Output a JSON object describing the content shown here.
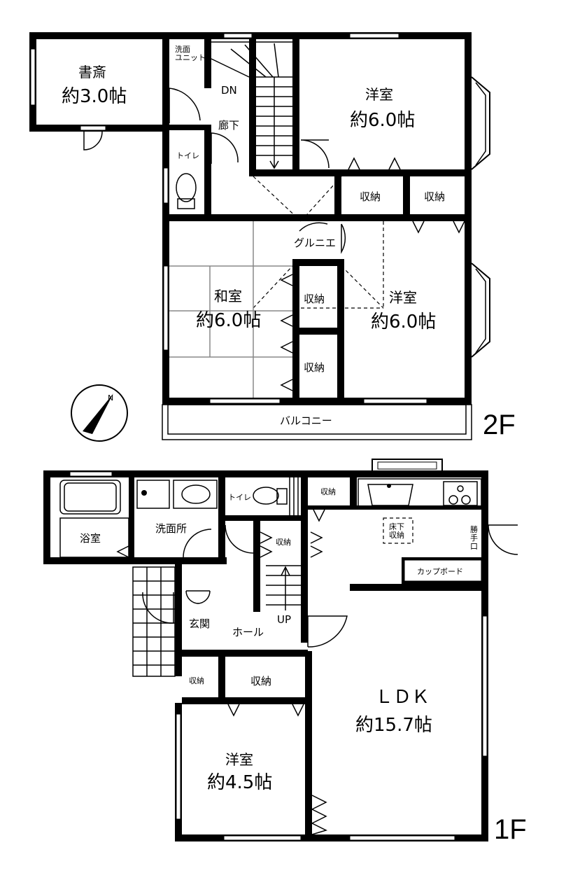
{
  "floors": {
    "upper": {
      "label": "2F",
      "rooms": {
        "study": {
          "name": "書斎",
          "size": "約3.0帖"
        },
        "washUnit": {
          "name": "洗面\nユニット"
        },
        "down": {
          "name": "DN"
        },
        "hall": {
          "name": "廊下"
        },
        "toilet": {
          "name": "トイレ"
        },
        "westNE": {
          "name": "洋室",
          "size": "約6.0帖"
        },
        "storage1": {
          "name": "収納"
        },
        "storage2": {
          "name": "収納"
        },
        "grunie": {
          "name": "グルニエ"
        },
        "japanese": {
          "name": "和室",
          "size": "約6.0帖"
        },
        "storage3": {
          "name": "収納"
        },
        "storage4": {
          "name": "収納"
        },
        "westSE": {
          "name": "洋室",
          "size": "約6.0帖"
        },
        "balcony": {
          "name": "バルコニー"
        }
      }
    },
    "lower": {
      "label": "1F",
      "rooms": {
        "bath": {
          "name": "浴室"
        },
        "washroom": {
          "name": "洗面所"
        },
        "toilet": {
          "name": "トイレ"
        },
        "storageTop": {
          "name": "収納"
        },
        "storageHall": {
          "name": "収納"
        },
        "underfloor": {
          "name": "床下\n収納"
        },
        "backdoor": {
          "name": "勝\n手\n口"
        },
        "cupboard": {
          "name": "カップボード"
        },
        "up": {
          "name": "UP"
        },
        "entrance": {
          "name": "玄関"
        },
        "hallMain": {
          "name": "ホール"
        },
        "storageA": {
          "name": "収納"
        },
        "storageB": {
          "name": "収納"
        },
        "ldk": {
          "name": "ＬＤＫ",
          "size": "約15.7帖"
        },
        "western": {
          "name": "洋室",
          "size": "約4.5帖"
        }
      }
    }
  },
  "compass": {
    "icon": "north-arrow-icon",
    "label": "N"
  }
}
